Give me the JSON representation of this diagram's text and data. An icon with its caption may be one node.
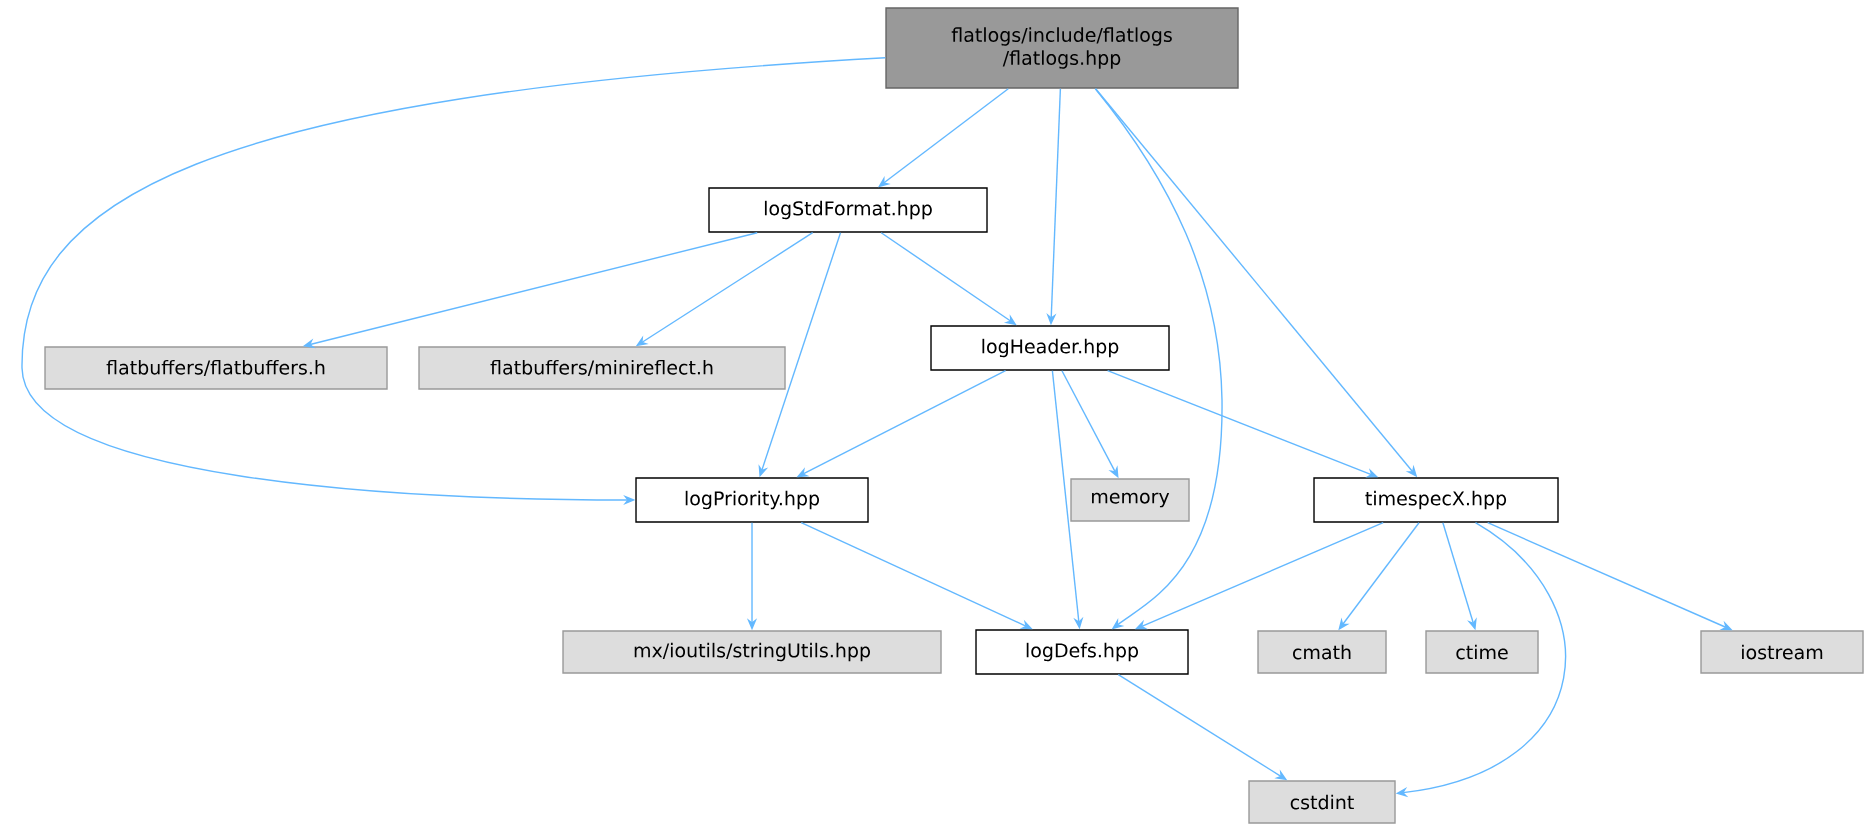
{
  "diagram": {
    "nodes": [
      {
        "text": [
          "flatlogs/include/flatlogs /flatlogs.hpp"
        ]
      },
      {
        "text": [
          "logStdFormat.hpp"
        ]
      },
      {
        "text": [
          "flatbuffers/flatbuffers.h"
        ]
      },
      {
        "text": [
          "flatbuffers/minireflect.h"
        ]
      },
      {
        "text": [
          "logHeader.hpp"
        ]
      },
      {
        "text": [
          "logPriority.hpp"
        ]
      },
      {
        "text": [
          "memory"
        ]
      },
      {
        "text": [
          "timespecX.hpp"
        ]
      },
      {
        "text": [
          "mx/ioutils/stringUtils.hpp"
        ]
      },
      {
        "text": [
          "logDefs.hpp"
        ]
      },
      {
        "text": [
          "cmath"
        ]
      },
      {
        "text": [
          "ctime"
        ]
      },
      {
        "text": [
          "iostream"
        ]
      },
      {
        "text": [
          "cstdint"
        ]
      }
    ],
    "edges": [
      {
        "from": 0,
        "to": 1,
        "arrow": "to"
      },
      {
        "from": 0,
        "to": 5,
        "arrow": "to"
      },
      {
        "from": 0,
        "to": 4,
        "arrow": "to"
      },
      {
        "from": 0,
        "to": 9,
        "arrow": "to"
      },
      {
        "from": 0,
        "to": 7,
        "arrow": "to"
      },
      {
        "from": 1,
        "to": 2,
        "arrow": "to"
      },
      {
        "from": 1,
        "to": 3,
        "arrow": "to"
      },
      {
        "from": 1,
        "to": 4,
        "arrow": "to"
      },
      {
        "from": 1,
        "to": 5,
        "arrow": "to"
      },
      {
        "from": 4,
        "to": 5,
        "arrow": "to"
      },
      {
        "from": 4,
        "to": 6,
        "arrow": "to"
      },
      {
        "from": 4,
        "to": 9,
        "arrow": "to"
      },
      {
        "from": 4,
        "to": 7,
        "arrow": "to"
      },
      {
        "from": 5,
        "to": 8,
        "arrow": "to"
      },
      {
        "from": 5,
        "to": 9,
        "arrow": "to"
      },
      {
        "from": 7,
        "to": 9,
        "arrow": "to"
      },
      {
        "from": 7,
        "to": 10,
        "arrow": "to"
      },
      {
        "from": 7,
        "to": 11,
        "arrow": "to"
      },
      {
        "from": 7,
        "to": 13,
        "arrow": "to"
      },
      {
        "from": 7,
        "to": 12,
        "arrow": "to"
      },
      {
        "from": 9,
        "to": 13,
        "arrow": "to"
      }
    ]
  }
}
